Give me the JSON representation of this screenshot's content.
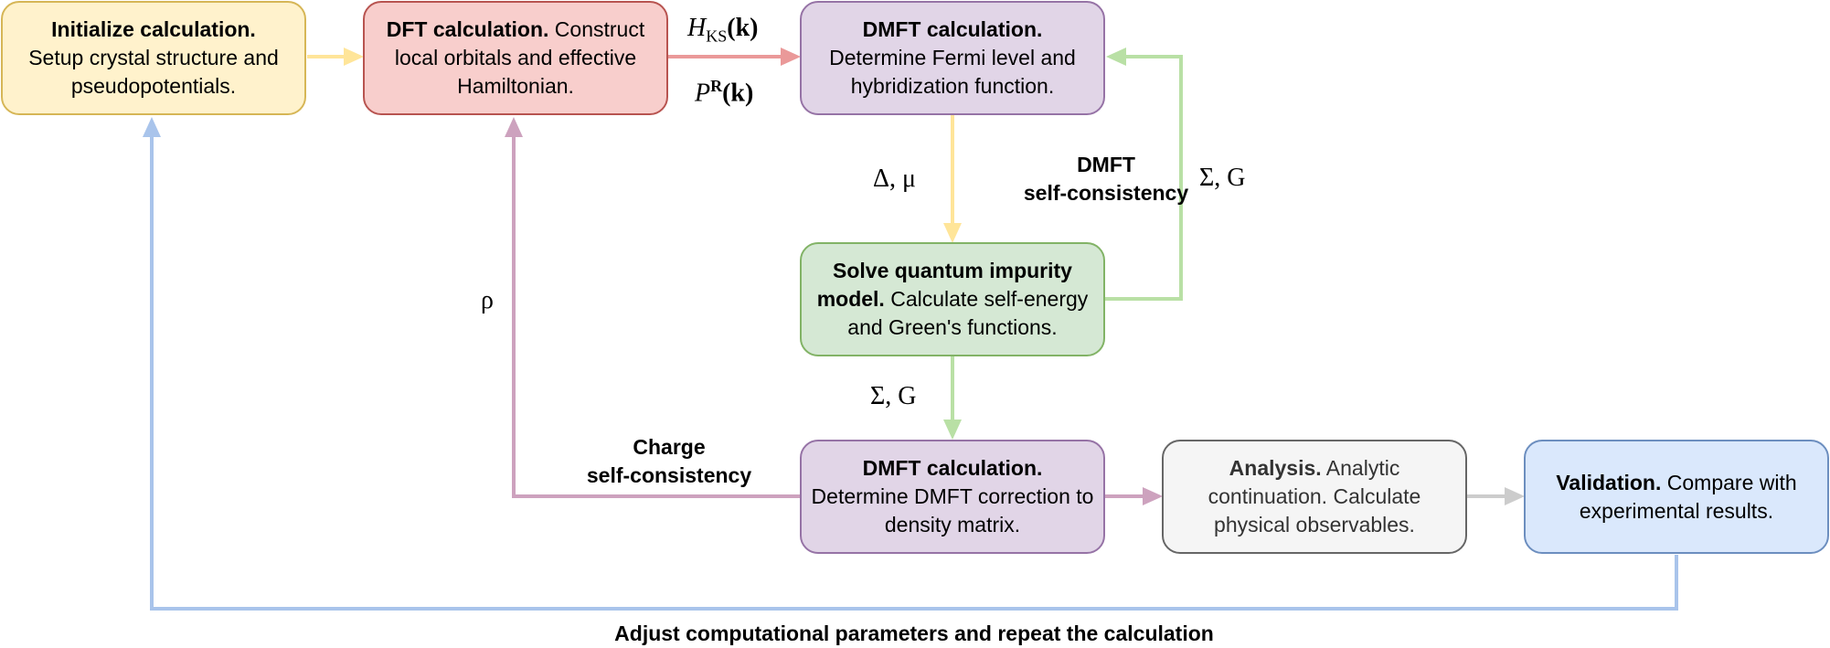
{
  "colors": {
    "yellow_fill": "#fff2cc",
    "yellow_stroke": "#d6b656",
    "red_fill": "#f8cecc",
    "red_stroke": "#b85450",
    "purple_fill": "#e1d5e7",
    "purple_stroke": "#9673a6",
    "green_fill": "#d5e8d4",
    "green_stroke": "#82b366",
    "gray_fill": "#f5f5f5",
    "gray_stroke": "#666666",
    "blue_fill": "#dae8fc",
    "blue_stroke": "#6c8ebf",
    "arrow_yellow": "#ffe599",
    "arrow_red": "#ea9999",
    "arrow_green": "#b9e0a5",
    "arrow_purple": "#cda2be",
    "arrow_gray": "#cccccc",
    "arrow_blue": "#a9c4eb"
  },
  "boxes": {
    "init": {
      "title": "Initialize calculation.",
      "text": "Setup crystal structure and pseudopotentials."
    },
    "dft": {
      "title": "DFT calculation.",
      "text": "Construct local orbitals and effective Hamiltonian."
    },
    "dmft_top": {
      "title": "DMFT calculation.",
      "text": "Determine Fermi level and hybridization function."
    },
    "impurity": {
      "title": "Solve quantum impurity model.",
      "text": "Calculate self-energy and Green's functions."
    },
    "dmft_bottom": {
      "title": "DMFT calculation.",
      "text": "Determine DMFT correction to density matrix."
    },
    "analysis": {
      "title": "Analysis.",
      "text": "Analytic continuation. Calculate physical observables."
    },
    "validation": {
      "title": "Validation.",
      "text": "Compare with experimental results."
    }
  },
  "labels": {
    "dmft_self_consistency": "DMFT\nself-consistency",
    "charge_self_consistency": "Charge\nself-consistency",
    "adjust": "Adjust computational parameters and repeat the calculation"
  },
  "math": {
    "hks": {
      "symbol": "H",
      "sub": "KS",
      "arg": "(k)"
    },
    "pr": {
      "symbol": "P",
      "sup": "R",
      "arg": "(k)"
    },
    "delta_mu": "Δ,  μ",
    "sigma_g_right": "Σ,  G",
    "sigma_g_down": "Σ,  G",
    "rho": "ρ"
  },
  "icons": {
    "arrowheads": "arrowhead-triangle-icon"
  }
}
